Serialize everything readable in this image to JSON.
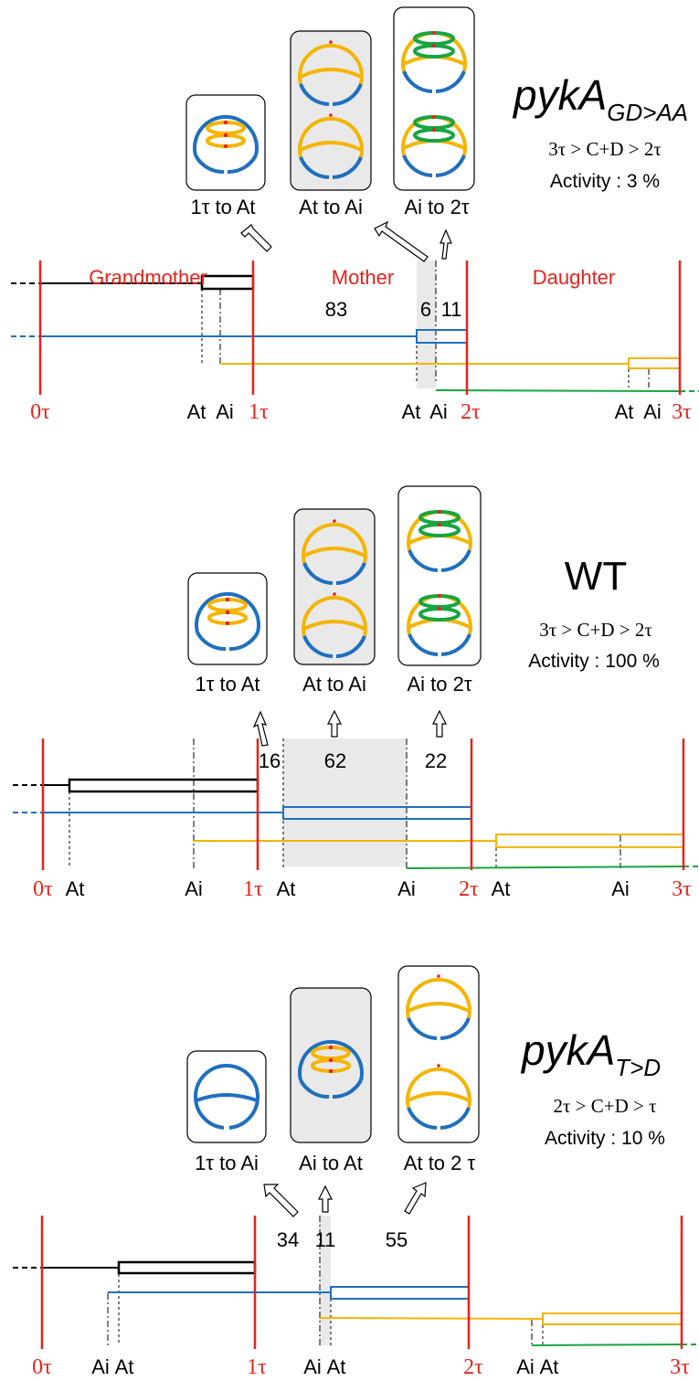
{
  "colors": {
    "red": "#e8211b",
    "blue": "#1f6fbf",
    "orange": "#f5b400",
    "green": "#17a541",
    "black": "#000000",
    "shade": "#e9e9e9"
  },
  "panels": [
    {
      "gene_main": "pykA",
      "gene_sub": "GD>AA",
      "cc_text": "3τ > C+D > 2τ",
      "activity_text": "Activity : 3 %",
      "cell_labels": [
        "Grandmother",
        "Mother",
        "Daughter"
      ],
      "insets": [
        {
          "label": "1τ to At",
          "shaded": false,
          "icon": "two-orange-rings-in-blue-circle"
        },
        {
          "label": "At to Ai",
          "shaded": true,
          "icon": "orange-circles-pair"
        },
        {
          "label": "Ai to 2τ",
          "shaded": false,
          "icon": "orange-circles-with-green-rings"
        }
      ],
      "percentages": [
        "83",
        "6",
        "11"
      ],
      "axis_labels": [
        "0τ",
        "At",
        "Ai",
        "1τ",
        "At",
        "Ai",
        "2τ",
        "At",
        "Ai",
        "3τ"
      ]
    },
    {
      "gene_main": "WT",
      "gene_sub": "",
      "cc_text": "3τ > C+D > 2τ",
      "activity_text": "Activity : 100 %",
      "cell_labels": [],
      "insets": [
        {
          "label": "1τ to At",
          "shaded": false,
          "icon": "two-orange-rings-in-blue-circle"
        },
        {
          "label": "At to Ai",
          "shaded": true,
          "icon": "orange-circles-pair"
        },
        {
          "label": "Ai to 2τ",
          "shaded": false,
          "icon": "orange-circles-with-green-rings"
        }
      ],
      "percentages": [
        "16",
        "62",
        "22"
      ],
      "axis_labels": [
        "0τ",
        "At",
        "Ai",
        "1τ",
        "At",
        "Ai",
        "2τ",
        "At",
        "Ai",
        "3τ"
      ]
    },
    {
      "gene_main": "pykA",
      "gene_sub": "T>D",
      "cc_text": "2τ > C+D > τ",
      "activity_text": "Activity : 10 %",
      "cell_labels": [],
      "insets": [
        {
          "label": "1τ to Ai",
          "shaded": false,
          "icon": "blue-circle-with-ring"
        },
        {
          "label": "Ai to At",
          "shaded": true,
          "icon": "two-orange-rings-in-blue-circle"
        },
        {
          "label": "At to 2 τ",
          "shaded": false,
          "icon": "orange-circles-pair"
        }
      ],
      "percentages": [
        "34",
        "11",
        "55"
      ],
      "axis_labels": [
        "0τ",
        "Ai",
        "At",
        "1τ",
        "Ai",
        "At",
        "2τ",
        "Ai",
        "At",
        "3τ"
      ]
    }
  ]
}
